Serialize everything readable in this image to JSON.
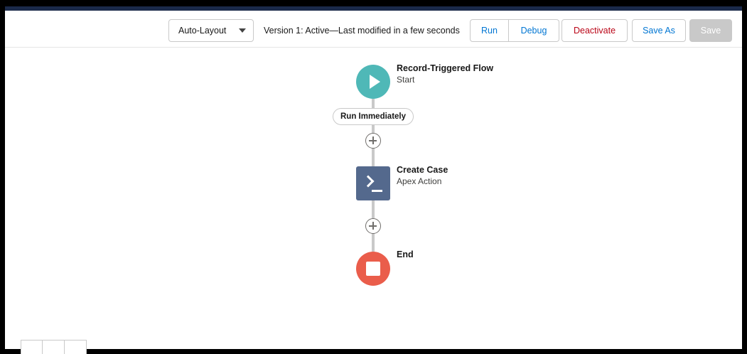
{
  "toolbar": {
    "layout_mode": "Auto-Layout",
    "version_status": "Version 1: Active—Last modified in a few seconds",
    "run_label": "Run",
    "debug_label": "Debug",
    "deactivate_label": "Deactivate",
    "save_as_label": "Save As",
    "save_label": "Save"
  },
  "flow": {
    "start": {
      "title": "Record-Triggered Flow",
      "subtitle": "Start",
      "icon": "play-icon"
    },
    "path_label": "Run Immediately",
    "action": {
      "title": "Create Case",
      "subtitle": "Apex Action",
      "icon": "apex-action-icon"
    },
    "end": {
      "title": "End",
      "icon": "stop-icon"
    }
  },
  "colors": {
    "start": "#4fb8b7",
    "action": "#54698d",
    "end": "#ea5d4b",
    "brand_link": "#0176d3",
    "destructive": "#ba0517",
    "disabled": "#c9c9c9"
  }
}
